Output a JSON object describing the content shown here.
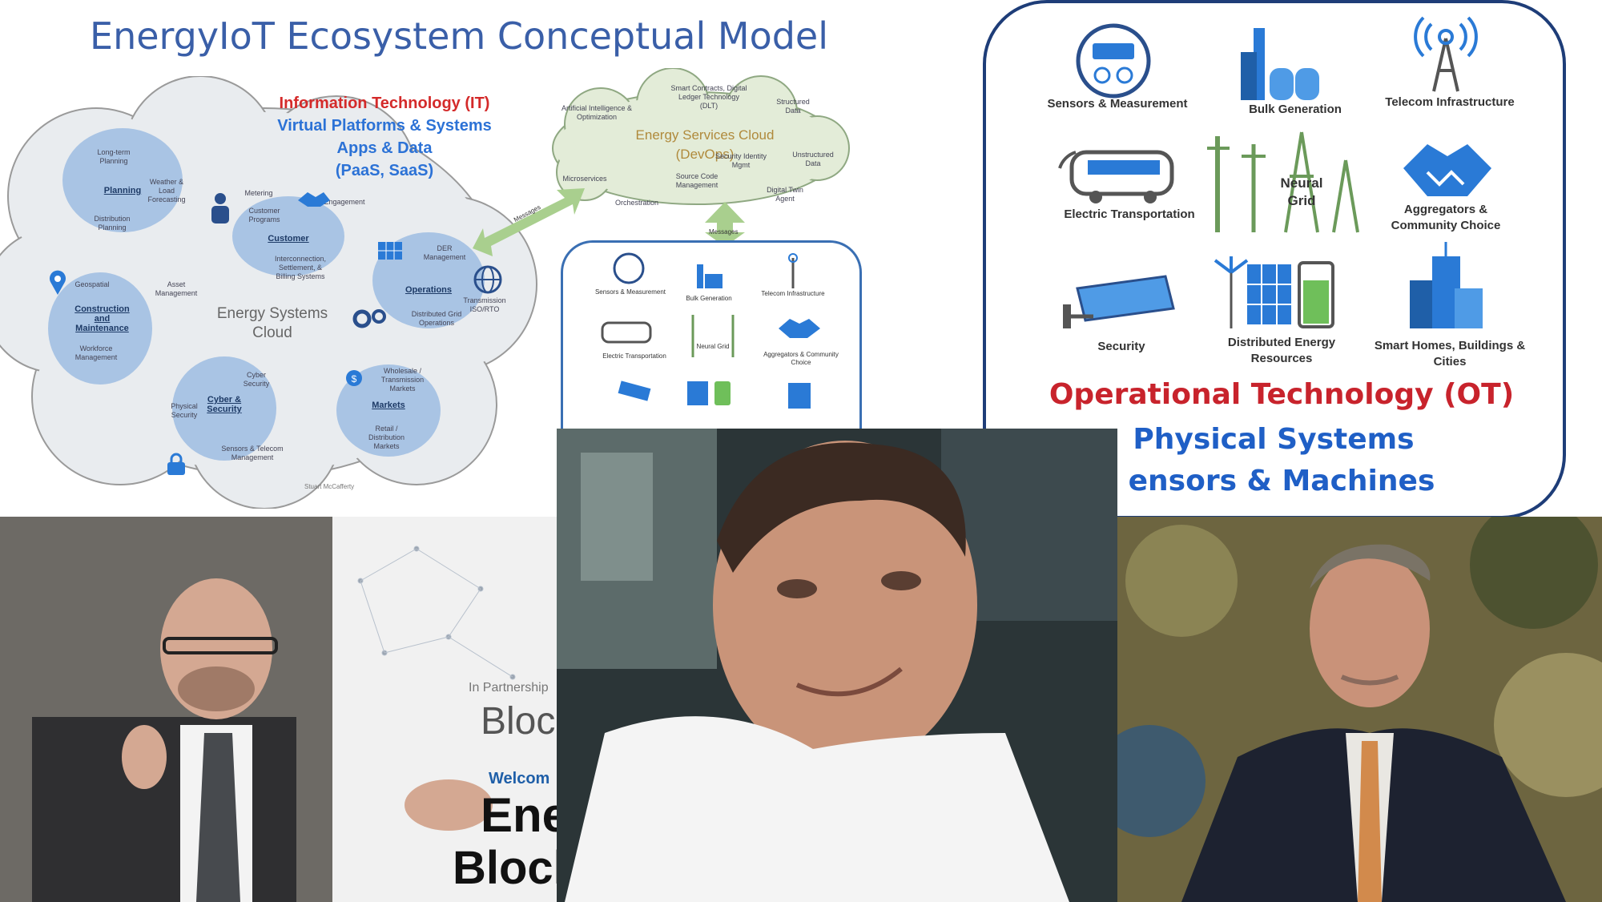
{
  "title": "EnergyIoT Ecosystem Conceptual Model",
  "it": {
    "line1": "Information Technology (IT)",
    "line2": "Virtual Platforms & Systems",
    "line3": "Apps & Data",
    "line4": "(PaaS, SaaS)"
  },
  "energy_cloud": {
    "center_line1": "Energy Systems",
    "center_line2": "Cloud",
    "bubbles": [
      {
        "label": "Planning"
      },
      {
        "label": "Customer"
      },
      {
        "label": "Operations"
      },
      {
        "label": "Construction and Maintenance"
      },
      {
        "label": "Cyber & Security"
      },
      {
        "label": "Markets"
      }
    ],
    "small_labels": [
      "Long-term Planning",
      "Weather & Load Forecasting",
      "Distribution Planning",
      "Metering",
      "Customer Programs",
      "Interconnection, Settlement, & Billing Systems",
      "Engagement",
      "DER Management",
      "Distributed Grid Operations",
      "Transmission ISO/RTO",
      "Geospatial",
      "Asset Management",
      "Workforce Management",
      "Cyber Security",
      "Physical Security",
      "Sensors & Telecom Management",
      "Wholesale / Transmission Markets",
      "Retail / Distribution Markets"
    ],
    "credit": "Stuart McCafferty"
  },
  "services_cloud": {
    "title_line1": "Energy Services Cloud",
    "title_line2": "(DevOps)",
    "labels": [
      "Artificial Intelligence & Optimization",
      "Smart Contracts, Digital Ledger Technology (DLT)",
      "Structured Data",
      "Security Identity Mgmt",
      "Microservices",
      "Source Code Management",
      "Orchestration",
      "Unstructured Data",
      "Digital Twin Agent"
    ],
    "arrow_label": "Messages",
    "down_label": "Messages"
  },
  "small_ot": {
    "items": [
      "Sensors & Measurement",
      "Bulk Generation",
      "Telecom Infrastructure",
      "Electric Transportation",
      "Neural Grid",
      "Aggregators & Community Choice"
    ]
  },
  "ot": {
    "items": [
      "Sensors & Measurement",
      "Bulk Generation",
      "Telecom Infrastructure",
      "Electric Transportation",
      "Neural Grid",
      "Aggregators & Community Choice",
      "Security",
      "Distributed Energy Resources",
      "Smart Homes, Buildings & Cities"
    ],
    "title": "Operational Technology (OT)",
    "sub1": "Physical Systems",
    "sub2": "ensors & Machines"
  },
  "photo1": {
    "banner_line1": "In Partnership",
    "banner_line2": "Block",
    "banner_line3": "Welcom",
    "banner_line4": "Ene",
    "banner_line5": "Block"
  },
  "colors": {
    "title_blue": "#3a5fa8",
    "it_red": "#d42a2a",
    "it_blue": "#2c72d6",
    "ot_red": "#c8232c",
    "ot_blue": "#1f5fc6",
    "cloud_fill": "#e9ecef",
    "bubble_fill": "#a9c4e4",
    "services_cloud_fill": "#e3ecd8",
    "arrow_green": "#a9cf8e"
  }
}
